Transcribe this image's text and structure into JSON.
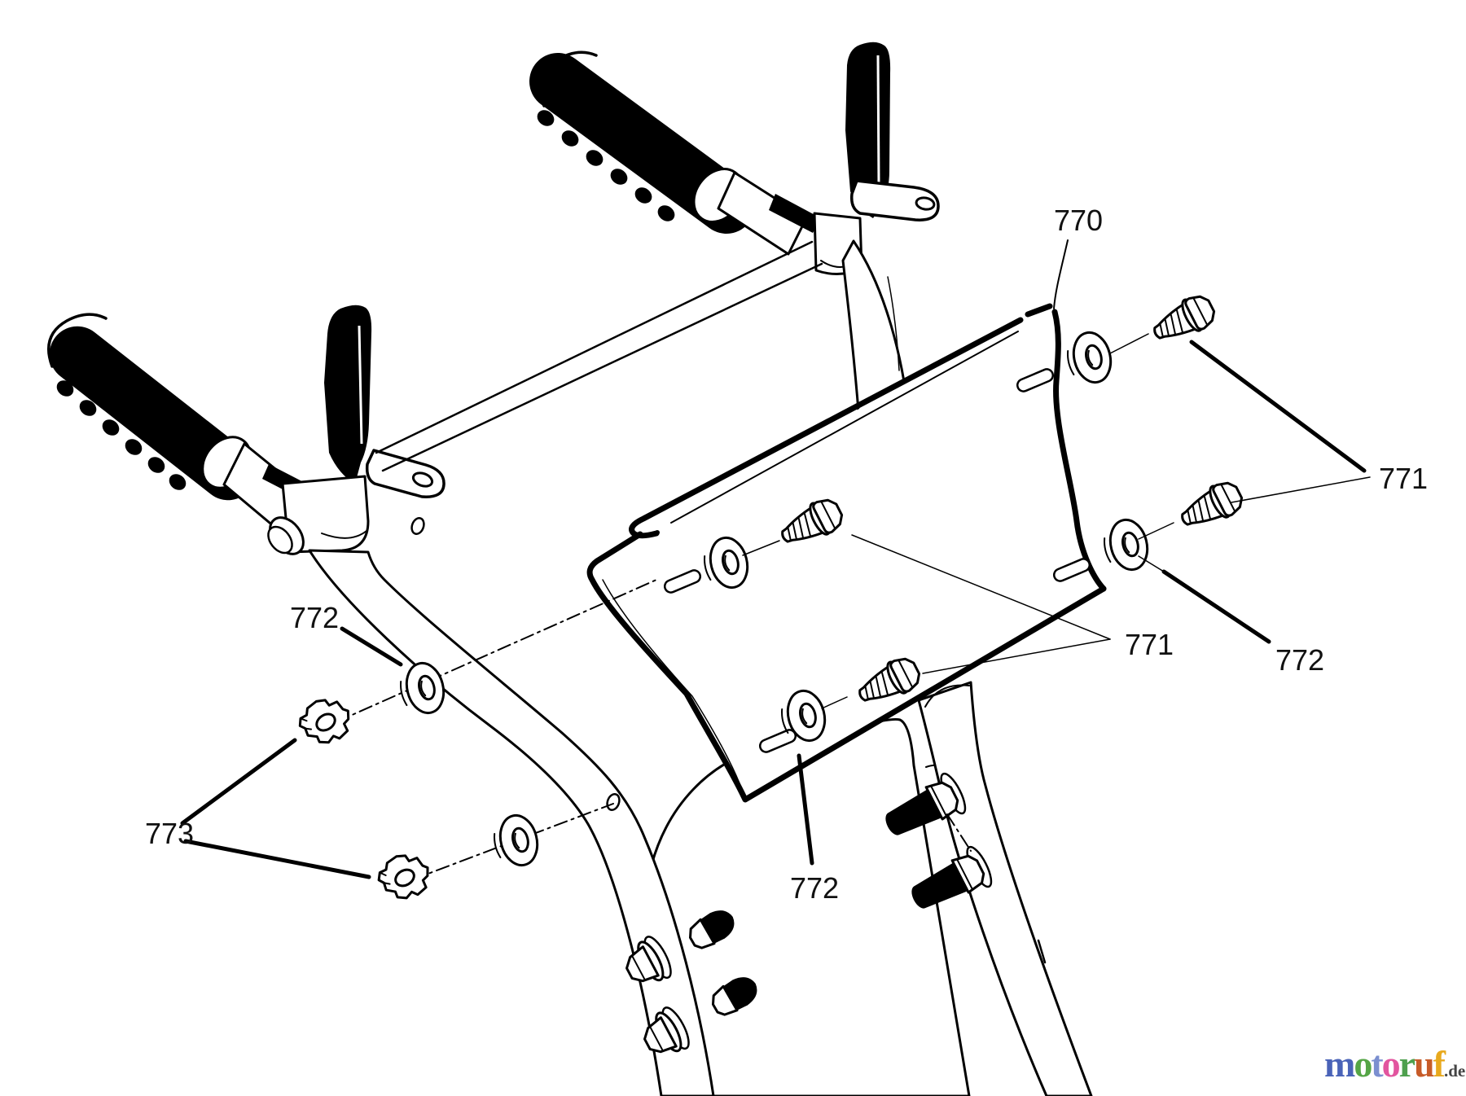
{
  "diagram": {
    "background": "#ffffff",
    "line_color": "#000000",
    "part_labels": [
      {
        "text": "770"
      },
      {
        "text": "771"
      },
      {
        "text": "771"
      },
      {
        "text": "772"
      },
      {
        "text": "772"
      },
      {
        "text": "772"
      },
      {
        "text": "773"
      }
    ]
  },
  "watermark": {
    "letters": [
      {
        "char": "m",
        "color": "#4a63b8"
      },
      {
        "char": "o",
        "color": "#55a546"
      },
      {
        "char": "t",
        "color": "#7b8fd0"
      },
      {
        "char": "o",
        "color": "#e2559f"
      },
      {
        "char": "r",
        "color": "#4ea04e"
      },
      {
        "char": "u",
        "color": "#c75b28"
      },
      {
        "char": "f",
        "color": "#e8a91d"
      }
    ],
    "suffix": ".de"
  }
}
